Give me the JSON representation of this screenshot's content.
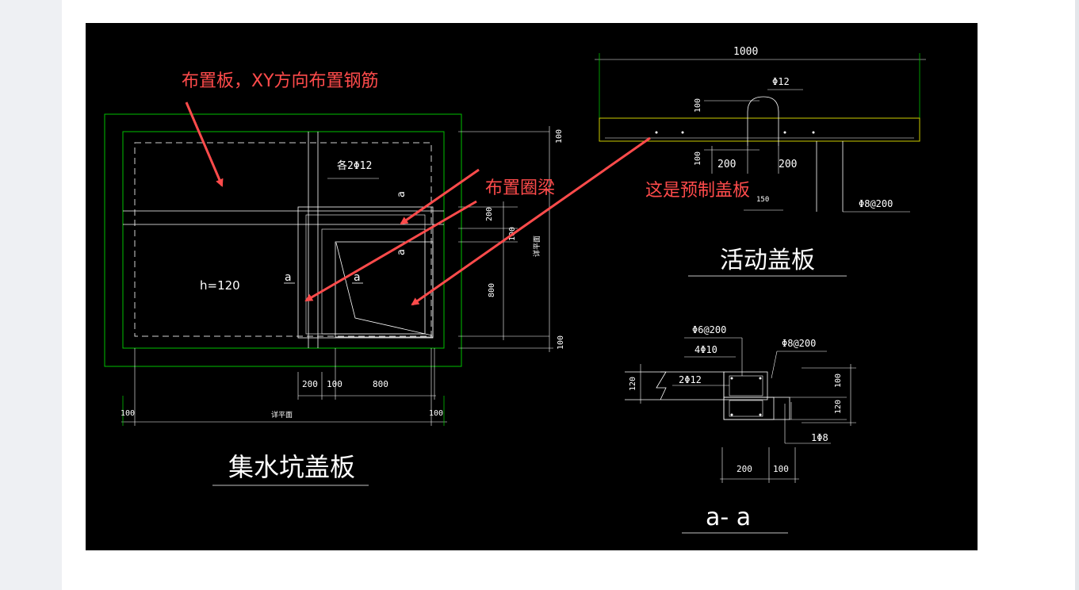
{
  "annotations": {
    "slab_note": "布置板，XY方向布置钢筋",
    "ring_beam_note": "布置圈梁",
    "precast_note": "这是预制盖板"
  },
  "plan": {
    "title": "集水坑盖板",
    "slab_thickness": "h=120",
    "rebar_each": "各2Φ12",
    "section_mark_1": "a",
    "section_mark_2": "a",
    "section_mark_3": "a",
    "section_mark_4": "a",
    "dim_200_a": "200",
    "dim_100_a": "100",
    "dim_800_a": "800",
    "dim_100_b": "100",
    "dim_100_top": "100",
    "dim_200_b": "200",
    "dim_100_c": "100",
    "dim_800_b": "800",
    "dim_100_bottom": "100",
    "dim_100_left": "100",
    "dim_100_right": "100",
    "label_bottom": "详平面",
    "label_right": "详平面"
  },
  "movable_cover": {
    "title": "活动盖板",
    "dim_1000": "1000",
    "rebar_top": "Φ12",
    "dim_100_top": "100",
    "dim_100_bottom": "100",
    "dim_200_left": "200",
    "dim_200_right": "200",
    "dim_150": "150",
    "rebar_stirrup": "Φ8@200"
  },
  "section_aa": {
    "title": "a- a",
    "rebar_stirrup_1": "Φ6@200",
    "rebar_main": "4Φ10",
    "rebar_stirrup_2": "Φ8@200",
    "rebar_2phi12": "2Φ12",
    "rebar_1phi8": "1Φ8",
    "dim_120_left": "120",
    "dim_100_right": "100",
    "dim_120_right": "120",
    "dim_200": "200",
    "dim_100": "100"
  }
}
